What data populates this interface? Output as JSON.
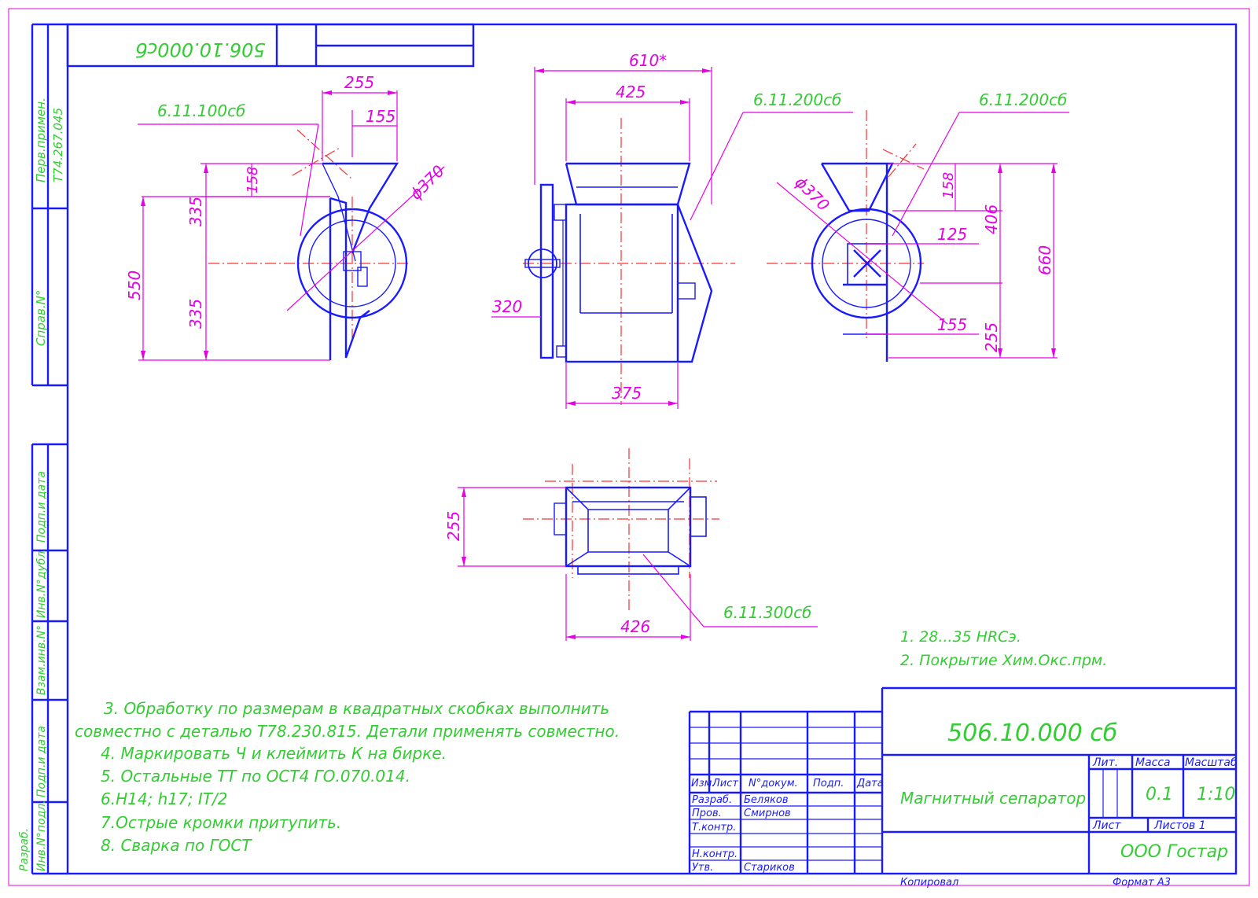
{
  "title_block": {
    "designation": "506.10.000 сб",
    "designation_rotated": "506.10.000сб",
    "name": "Магнитный сепаратор",
    "organization": "ООО Гостар",
    "mass": "0.1",
    "scale": "1:10",
    "header_lit": "Лит.",
    "header_mass": "Масса",
    "header_scale": "Масштаб",
    "sheet_label": "Лист",
    "sheets_label": "Листов 1",
    "copied": "Копировал",
    "format": "Формат А3",
    "row_labels": {
      "izm": "Изм.",
      "list": "Лист",
      "ndoc": "N°докум.",
      "podp": "Подп.",
      "data": "Дата",
      "razrab": "Разраб.",
      "prov": "Пров.",
      "tkontr": "Т.контр.",
      "nkontr": "Н.контр.",
      "utv": "Утв."
    },
    "persons": {
      "razrab": "Беляков",
      "prov": "Смирнов",
      "utv": "Стариков"
    }
  },
  "side_stamp": {
    "perv_primen": "Перв.примен.",
    "perv_value": "Т74.267.045",
    "sprav": "Справ.N°",
    "podp_data_1": "Подп.и дата",
    "inv_dubl": "Инв.N°дубл.",
    "vzam_inv": "Взам.инв.N°",
    "podp_data_2": "Подп.и дата",
    "inv_podl": "Инв.N°подл.",
    "razrab": "Разраб."
  },
  "notes": {
    "n1": "1. 28...35 HRCэ.",
    "n2": "2. Покрытие Хим.Окс.прм.",
    "n3a": "3. Обработку по размерам в квадратных скобках выполнить",
    "n3b": "совместно с деталью Т78.230.815. Детали применять совместно.",
    "n4": "4. Маркировать Ч и клеймить К на бирке.",
    "n5": "5. Остальные ТТ по ОСТ4 ГО.070.014.",
    "n6": "6.Н14; h17; IT/2",
    "n7": "7.Острые кромки притупить.",
    "n8": "8. Сварка по ГОСТ"
  },
  "callouts": {
    "left_part": "6.11.100сб",
    "front_part": "6.11.200сб",
    "right_part": "6.11.200сб",
    "bottom_part": "6.11.300сб"
  },
  "dimensions": {
    "left": {
      "d255": "255",
      "d155": "155",
      "d158": "158",
      "d335a": "335",
      "d335b": "335",
      "d550": "550",
      "dia": "ϕ370"
    },
    "front": {
      "d610": "610*",
      "d425": "425",
      "d320": "320",
      "d375": "375"
    },
    "right": {
      "dia": "ϕ370",
      "d158": "158",
      "d406": "406",
      "d660": "660",
      "d125": "125",
      "d155": "155",
      "d255": "255"
    },
    "bottom": {
      "d255": "255",
      "d426": "426"
    }
  }
}
